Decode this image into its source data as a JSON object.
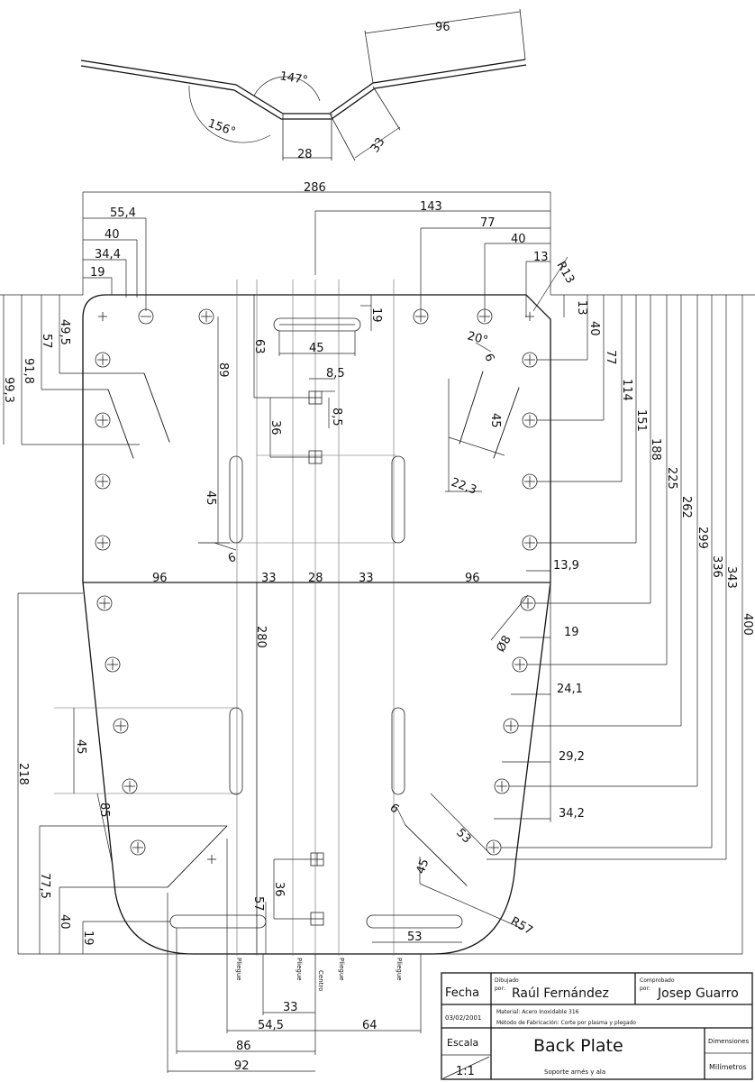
{
  "top_view": {
    "dims": {
      "d96": "96",
      "d147": "147°",
      "d156": "156°",
      "d28": "28",
      "d33": "33"
    }
  },
  "main": {
    "top_dims": {
      "d286": "286",
      "d143": "143",
      "d77": "77",
      "d40r": "40",
      "d13": "13",
      "r13": "R13",
      "d55_4": "55,4",
      "d40": "40",
      "d34_4": "34,4",
      "d19": "19"
    },
    "left_dims": {
      "d99_3": "99,3",
      "d91_8": "91,8",
      "d57": "57",
      "d49_5": "49,5"
    },
    "right_dims": {
      "d13": "13",
      "d40": "40",
      "d77": "77",
      "d114": "114",
      "d151": "151",
      "d188": "188",
      "d225": "225",
      "d262": "262",
      "d299": "299",
      "d336": "336",
      "d343": "343",
      "d400": "400"
    },
    "inner_dims": {
      "d19": "19",
      "d45": "45",
      "d63": "63",
      "d8_5a": "8,5",
      "d8_5b": "8,5",
      "d36": "36",
      "d89": "89",
      "d45v": "45",
      "d6": "6",
      "d20": "20°",
      "d6b": "6",
      "d45s": "45",
      "d22_3": "22,3"
    },
    "mid_dims": {
      "d96a": "96",
      "d33a": "33",
      "d28": "28",
      "d33b": "33",
      "d96b": "96",
      "d280": "280",
      "d13_9": "13,9",
      "d8": "Ø8",
      "d19": "19",
      "d24_1": "24,1",
      "d29_2": "29,2",
      "d34_2": "34,2"
    },
    "lower_dims": {
      "d218": "218",
      "d45": "45",
      "d85": "85",
      "d77_5": "77,5",
      "d40": "40",
      "d19": "19",
      "d36": "36",
      "d57": "57",
      "d6": "6",
      "d53a": "53",
      "d45a": "45",
      "r57": "R57",
      "d53b": "53"
    },
    "bottom_dims": {
      "d33": "33",
      "d54_5": "54,5",
      "d64": "64",
      "d86": "86",
      "d92": "92"
    },
    "line_labels": {
      "pliegue1": "Pliegue",
      "pliegue2": "Pliegue",
      "pliegue3": "Pliegue",
      "pliegue4": "Pliegue",
      "centro": "Centro"
    }
  },
  "title_block": {
    "fecha_label": "Fecha",
    "dibujado_label": "Dibujado",
    "por1": "por:",
    "drawn_by": "Raúl Fernández",
    "comprobado_label": "Comprobado",
    "por2": "por:",
    "checked_by": "Josep Guarro",
    "date": "03/02/2001",
    "material": "Material: Acero Inoxidable 316",
    "method": "Método de Fabricación: Corte por plasma y plegado",
    "escala_label": "Escala",
    "scale": "1:1",
    "title": "Back Plate",
    "subtitle": "Soporte arnés y ala",
    "dimensiones_label": "Dimensiones",
    "units": "Milímetros"
  }
}
